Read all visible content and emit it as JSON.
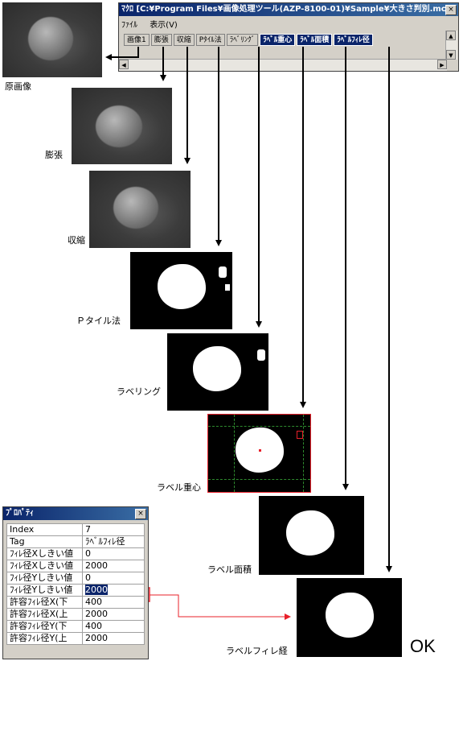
{
  "macro_window": {
    "title": "ﾏｸﾛ [C:¥Program Files¥画像処理ツール(AZP-8100-01)¥Sample¥大きさ判別.mcr]",
    "close_glyph": "×",
    "menu": [
      "ﾌｧｲﾙ",
      "表示(V)"
    ],
    "toolbar": [
      {
        "label": "画像1",
        "style": "normal"
      },
      {
        "label": "膨張",
        "style": "normal"
      },
      {
        "label": "収縮",
        "style": "normal"
      },
      {
        "label": "Pﾀｲﾙ法",
        "style": "normal"
      },
      {
        "label": "ﾗﾍﾞﾘﾝｸﾞ",
        "style": "normal"
      },
      {
        "label": "ﾗﾍﾞﾙ重心",
        "style": "dark"
      },
      {
        "label": "ﾗﾍﾞﾙ面積",
        "style": "dark"
      },
      {
        "label": "ﾗﾍﾞﾙﾌｨﾚ径",
        "style": "dark"
      }
    ]
  },
  "labels": {
    "original": "原画像",
    "dilate": "膨張",
    "erode": "収縮",
    "ptile": "Ｐタイル法",
    "labeling": "ラベリング",
    "centroid": "ラベル重心",
    "area": "ラベル面積",
    "feret": "ラベルフィレ経"
  },
  "properties": {
    "title": "ﾌﾟﾛﾊﾟﾃｨ",
    "close_glyph": "×",
    "rows": [
      {
        "key": "Index",
        "value": "7"
      },
      {
        "key": "Tag",
        "value": "ﾗﾍﾞﾙﾌｨﾚ径"
      },
      {
        "key": "ﾌｨﾚ径Xしきい値",
        "value": "0"
      },
      {
        "key": "ﾌｨﾚ径Xしきい値",
        "value": "2000"
      },
      {
        "key": "ﾌｨﾚ径Yしきい値",
        "value": "0"
      },
      {
        "key": "ﾌｨﾚ径Yしきい値",
        "value": "2000"
      },
      {
        "key": "許容ﾌｨﾚ径X(下",
        "value": "400"
      },
      {
        "key": "許容ﾌｨﾚ径X(上",
        "value": "2000"
      },
      {
        "key": "許容ﾌｨﾚ径Y(下",
        "value": "400"
      },
      {
        "key": "許容ﾌｨﾚ径Y(上",
        "value": "2000"
      }
    ],
    "selected_row": 5
  },
  "result": "OK",
  "colors": {
    "highlight": "#e8202a",
    "title_bar": "#0a246a",
    "dark_button": "#0a246a"
  }
}
